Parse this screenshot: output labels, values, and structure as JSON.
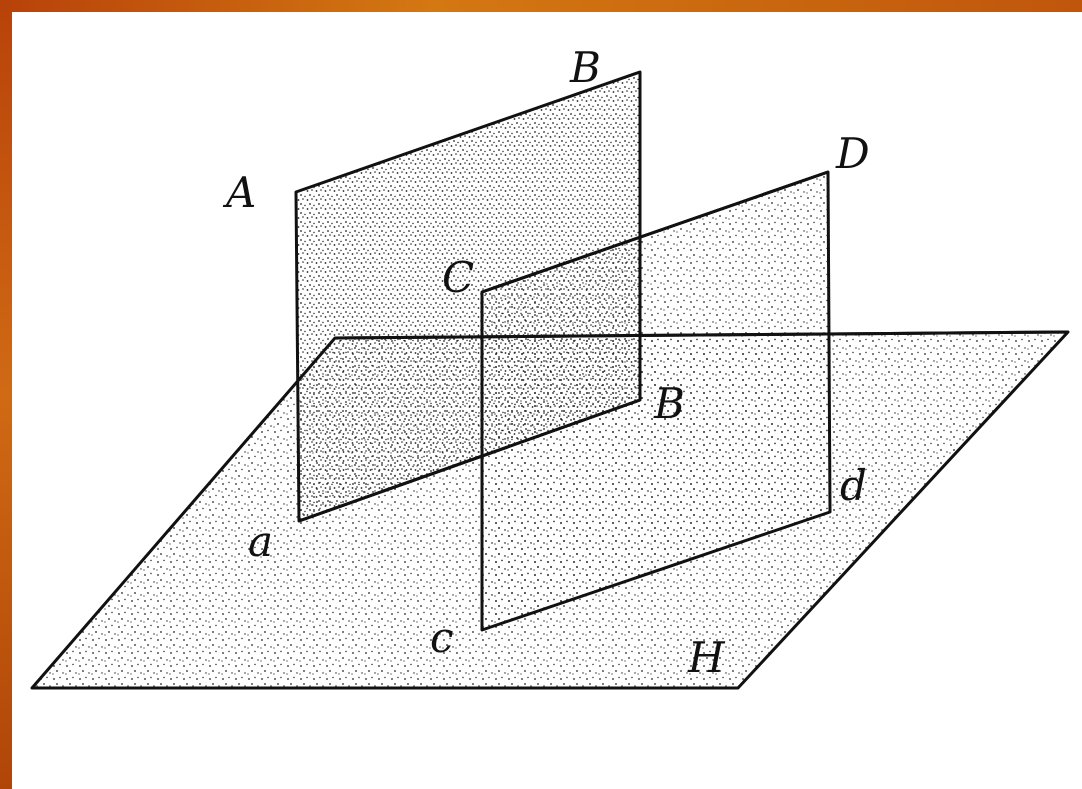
{
  "figure": {
    "labels": {
      "plane_back_top_left": "A",
      "plane_back_top_right": "B",
      "plane_back_bottom_left": "a",
      "plane_back_bottom_right": "B",
      "plane_front_top_left": "C",
      "plane_front_top_right": "D",
      "plane_front_bottom_left": "c",
      "plane_front_bottom_right": "d",
      "horizontal_plane": "H"
    }
  },
  "colors": {
    "frame": "#c0570f",
    "background": "#ffffff",
    "ink": "#111111"
  }
}
